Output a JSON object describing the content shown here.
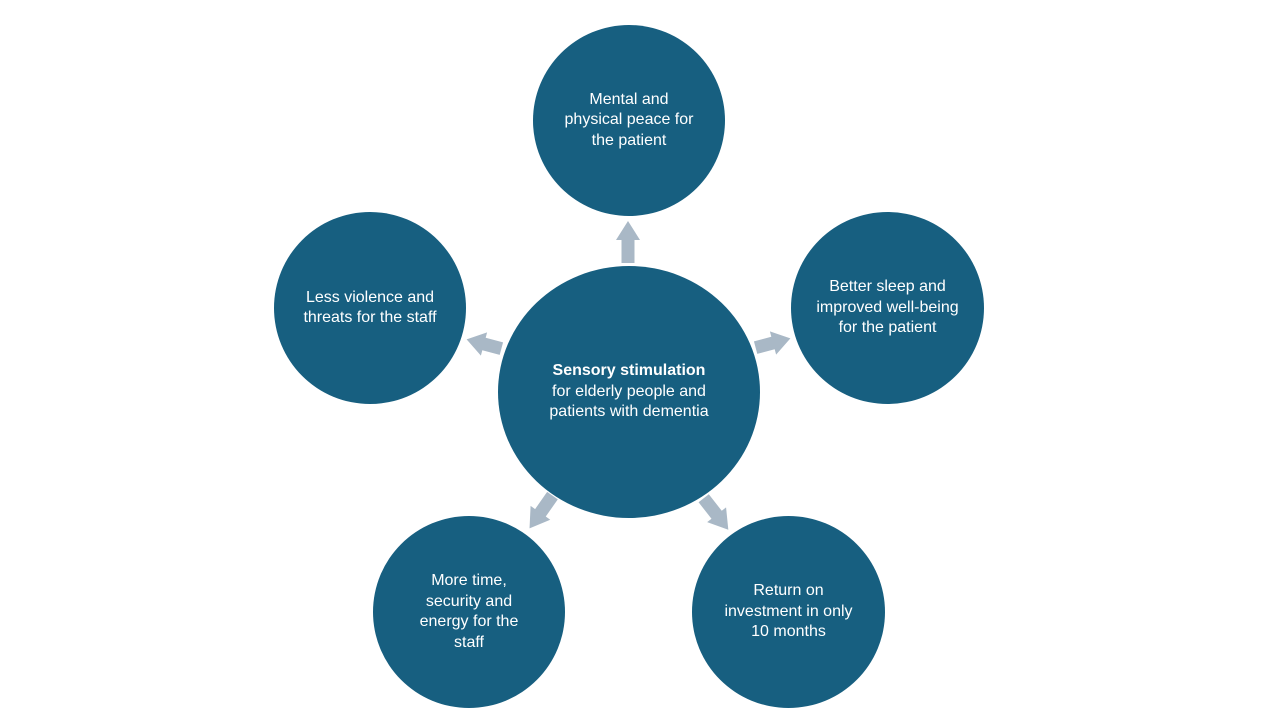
{
  "colors": {
    "circle_fill": "#175f80",
    "arrow_fill": "#a9b8c6",
    "text": "#ffffff",
    "background": "#ffffff"
  },
  "center": {
    "title": "Sensory stimulation",
    "subtitle": "for elderly people and patients with dementia"
  },
  "nodes": [
    {
      "id": "top",
      "label": "Mental and physical peace for the patient"
    },
    {
      "id": "right",
      "label": "Better sleep and improved well-being for the patient"
    },
    {
      "id": "bottom-right",
      "label": "Return on investment in only 10 months"
    },
    {
      "id": "bottom-left",
      "label": "More time, security and energy for the staff"
    },
    {
      "id": "left",
      "label": "Less violence and threats for the staff"
    }
  ]
}
